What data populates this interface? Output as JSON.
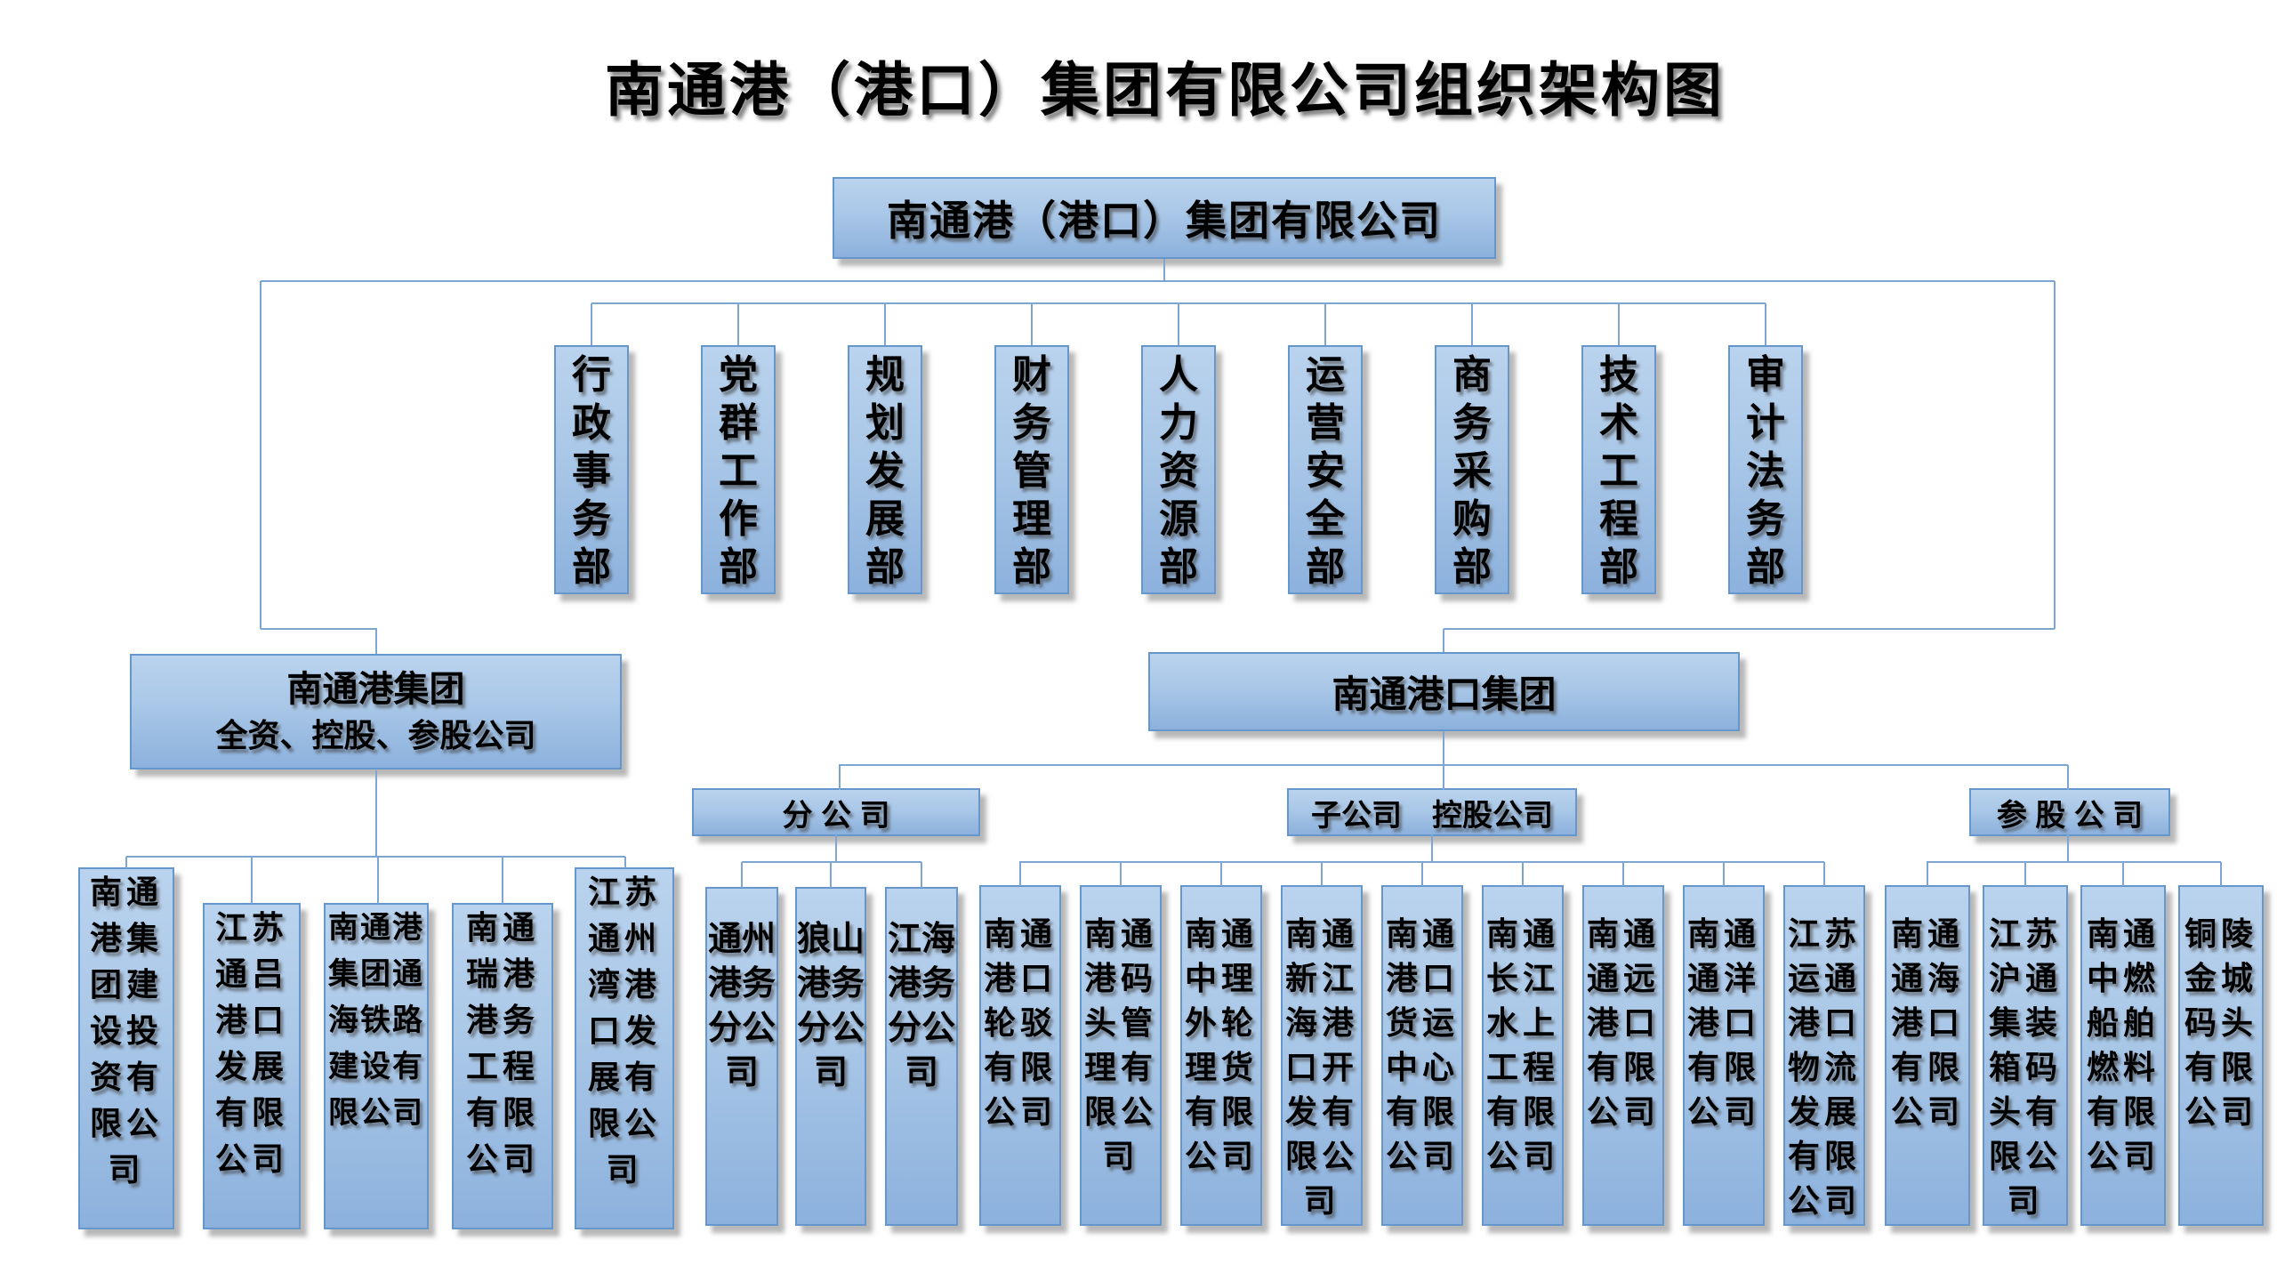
{
  "title": "南通港（港口）集团有限公司组织架构图",
  "root": {
    "label": "南通港（港口）集团有限公司"
  },
  "departments": [
    "行政事务部",
    "党群工作部",
    "规划发展部",
    "财务管理部",
    "人力资源部",
    "运营安全部",
    "商务采购部",
    "技术工程部",
    "审计法务部"
  ],
  "left_group": {
    "title": "南通港集团",
    "subtitle": "全资、控股、参股公司",
    "companies": [
      "南通港集团建设投资有限公司",
      "江苏通吕港口发展有限公司",
      "南通港集团通海铁路建设有限公司",
      "南通瑞港港务工程有限公司",
      "江苏通州湾港口发展有限公司"
    ]
  },
  "right_group": {
    "title": "南通港口集团",
    "branch": {
      "label": "分 公 司",
      "companies": [
        "通州港务分公司",
        "狼山港务分公司",
        "江海港务分公司"
      ]
    },
    "subsidiaries": {
      "label": "子公司　控股公司",
      "companies": [
        "南通港口轮驳有限公司",
        "南通港码头管理有限公司",
        "南通中理外轮理货有限公司",
        "南通新江海港口开发有限公司",
        "南通港口货运中心有限公司",
        "南通长江水上工程有限公司",
        "南通通远港口有限公司",
        "南通通洋港口有限公司",
        "江苏运通港口物流发展有限公司"
      ]
    },
    "affiliates": {
      "label": "参 股 公 司",
      "companies": [
        "南通通海港口有限公司",
        "江苏沪通集装箱码头有限公司",
        "南通中燃船舶燃料有限公司",
        "铜陵金城码头有限公司"
      ]
    }
  }
}
